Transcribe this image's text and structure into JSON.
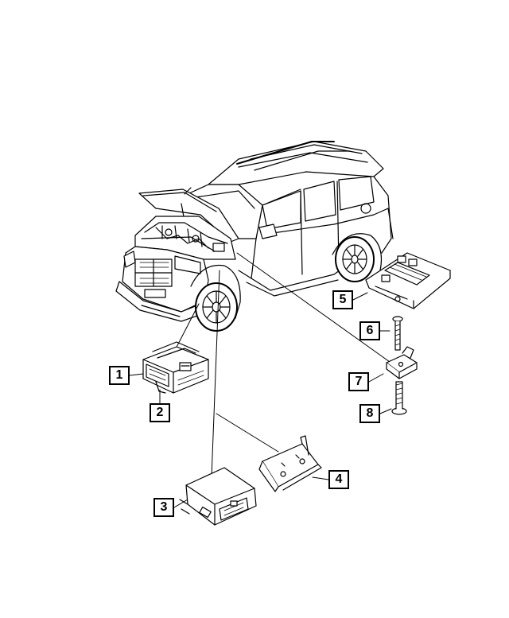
{
  "diagram": {
    "callouts": [
      {
        "id": "c1",
        "label": "1"
      },
      {
        "id": "c2",
        "label": "2"
      },
      {
        "id": "c3",
        "label": "3"
      },
      {
        "id": "c4",
        "label": "4"
      },
      {
        "id": "c5",
        "label": "5"
      },
      {
        "id": "c6",
        "label": "6"
      },
      {
        "id": "c7",
        "label": "7"
      },
      {
        "id": "c8",
        "label": "8"
      }
    ],
    "colors": {
      "line": "#000000",
      "fill": "#ffffff"
    }
  }
}
